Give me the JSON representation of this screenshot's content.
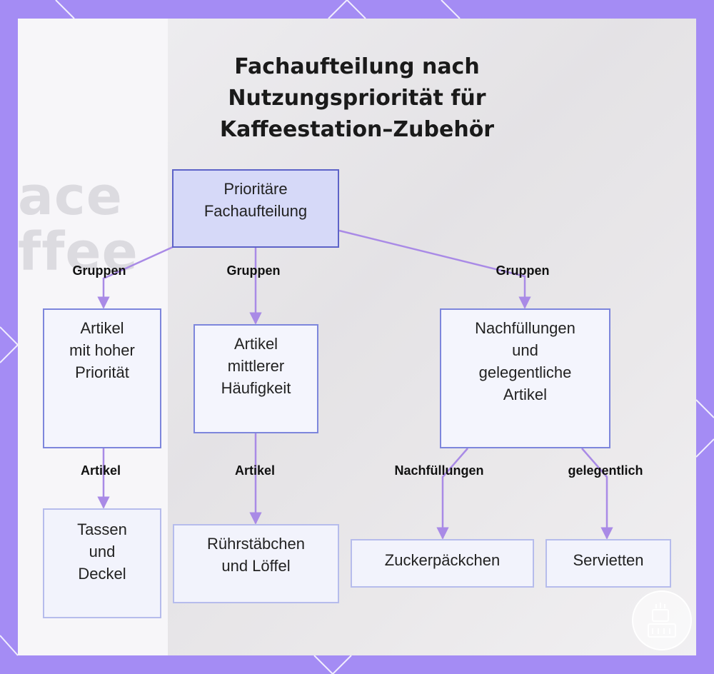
{
  "title": "Fachaufteilung nach\nNutzungspriorität für\nKaffeestation–Zubehör",
  "background_text": "ace\nffee\n",
  "colors": {
    "frame": "#a48cf4",
    "connector": "#a98ae6",
    "root_fill": "#d6d9f8",
    "root_border": "#5d63c8",
    "node_border": "#7d86dc",
    "leaf_border": "#b6bcec"
  },
  "logo_icon": "coffee-machine-icon",
  "nodes": {
    "root": "Prioritäre\nFachaufteilung",
    "high": "Artikel\nmit hoher\nPriorität",
    "medium": "Artikel\nmittlerer\nHäufigkeit",
    "refills": "Nachfüllungen\nund\ngelegentliche\nArtikel",
    "cups": "Tassen\nund\nDeckel",
    "stirrers": "Rührstäbchen\nund Löffel",
    "sugar": "Zuckerpäckchen",
    "napkins": "Servietten"
  },
  "edge_labels": {
    "root_high": "Gruppen",
    "root_medium": "Gruppen",
    "root_refills": "Gruppen",
    "high_cups": "Artikel",
    "medium_stirrers": "Artikel",
    "refills_sugar": "Nachfüllungen",
    "refills_napkins": "gelegentlich"
  }
}
